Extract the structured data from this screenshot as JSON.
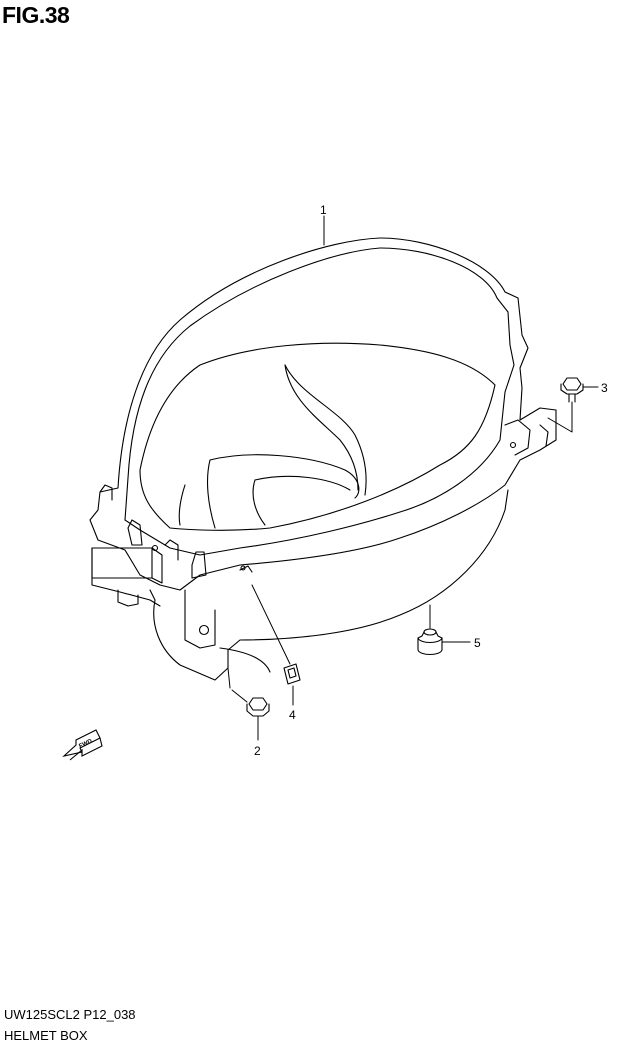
{
  "figure": {
    "title": "FIG.38"
  },
  "parts": [
    {
      "callout": "1",
      "part": "helmet-box"
    },
    {
      "callout": "2",
      "part": "bolt"
    },
    {
      "callout": "3",
      "part": "bolt"
    },
    {
      "callout": "4",
      "part": "nut-clip"
    },
    {
      "callout": "5",
      "part": "cushion"
    }
  ],
  "direction_marker": {
    "label": "FWD"
  },
  "footer": {
    "model_code": "UW125SCL2 P12_038",
    "name": "HELMET BOX"
  }
}
